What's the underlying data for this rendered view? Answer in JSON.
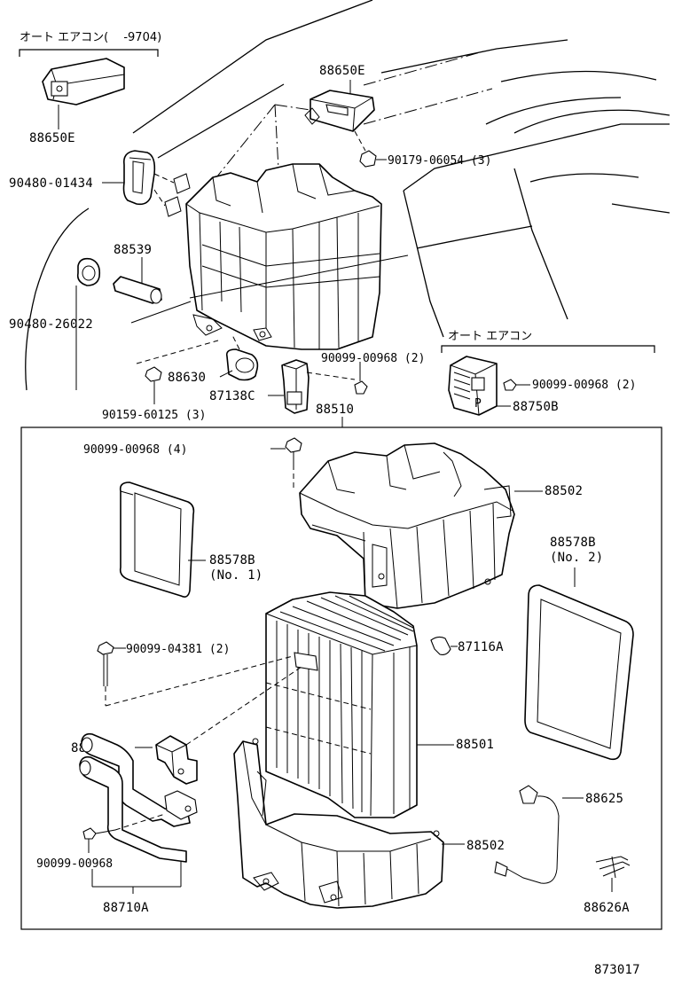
{
  "diagram": {
    "drawing_number": "873017",
    "groups": {
      "auto_ac_early": "オート エアコン(　 -9704)",
      "auto_ac": "オート エアコン"
    },
    "labels": {
      "p88650E_a": "88650E",
      "p88650E_b": "88650E",
      "p90179": "90179-06054 (3)",
      "p90480_01434": "90480-01434",
      "p88539": "88539",
      "p90480_26022": "90480-26022",
      "p90099_00968_2a": "90099-00968 (2)",
      "p88630": "88630",
      "p87138C": "87138C",
      "p88510": "88510",
      "p90159": "90159-60125 (3)",
      "p90099_00968_2b": "90099-00968 (2)",
      "p88750B": "88750B",
      "p90099_00968_4": "90099-00968 (4)",
      "p88502_top": "88502",
      "p88578B_1": "88578B",
      "p88578B_1_sub": "(No. 1)",
      "p88578B_2": "88578B",
      "p88578B_2_sub": "(No. 2)",
      "p90099_04381": "90099-04381 (2)",
      "p87116A": "87116A",
      "p88515": "88515",
      "p88501": "88501",
      "p88625": "88625",
      "p88502_bottom": "88502",
      "p90099_00968": "90099-00968",
      "p88710A": "88710A",
      "p88626A": "88626A"
    }
  }
}
